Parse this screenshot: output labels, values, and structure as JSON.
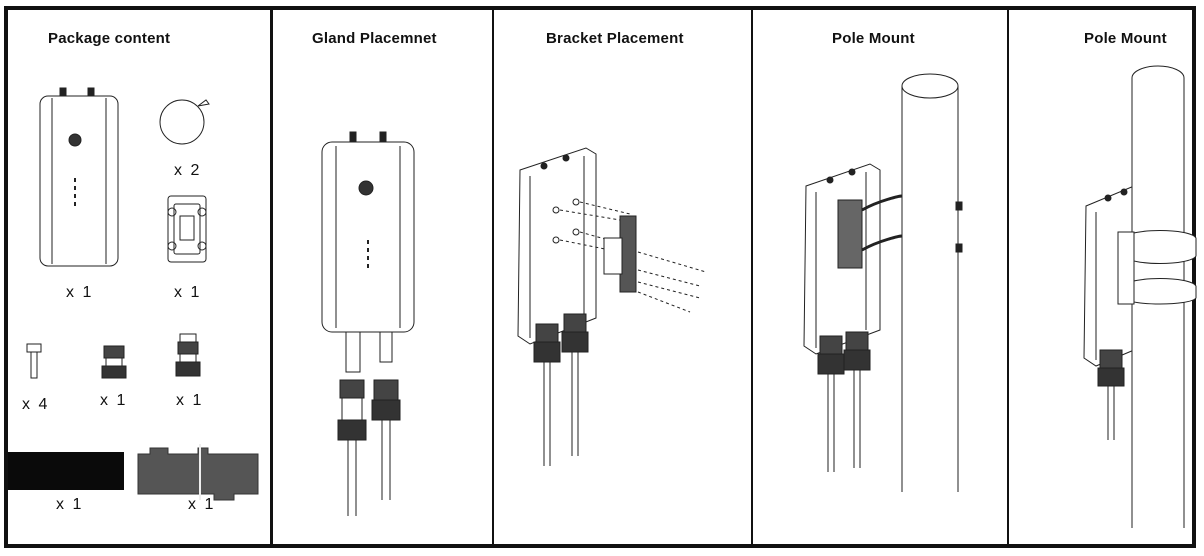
{
  "panels": {
    "package": {
      "title": "Package content",
      "items": {
        "ap_qty": "x 1",
        "cable_tie_qty": "x 2",
        "bracket_qty": "x 1",
        "screw_qty": "x 4",
        "gland_a_qty": "x 1",
        "gland_b_qty": "x 1",
        "tape_qty": "x 1",
        "putty_qty": "x 1"
      }
    },
    "gland": {
      "title": "Gland Placemnet"
    },
    "bracket": {
      "title": "Bracket Placement"
    },
    "pole1": {
      "title": "Pole Mount"
    },
    "pole2": {
      "title": "Pole Mount"
    }
  },
  "colors": {
    "frame": "#111111",
    "line": "#222222",
    "tape_fill": "#0a0a0a",
    "putty_fill": "#555555"
  }
}
